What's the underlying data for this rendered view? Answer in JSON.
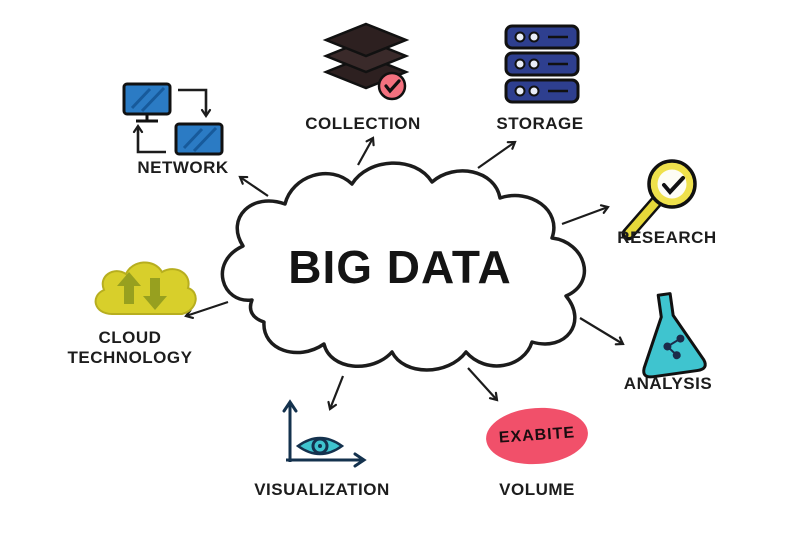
{
  "title": "BIG DATA",
  "diagram_type": "hub-and-spoke concept sketch",
  "nodes": [
    {
      "id": "collection",
      "label": "COLLECTION",
      "icon": "stacked-layers-with-check"
    },
    {
      "id": "storage",
      "label": "STORAGE",
      "icon": "server-stack"
    },
    {
      "id": "network",
      "label": "NETWORK",
      "icon": "two-monitors-sync-arrows"
    },
    {
      "id": "research",
      "label": "RESEARCH",
      "icon": "magnifier-with-check"
    },
    {
      "id": "cloud-technology",
      "label": "CLOUD TECHNOLOGY",
      "icon": "cloud-sync-arrows"
    },
    {
      "id": "analysis",
      "label": "ANALYSIS",
      "icon": "flask-molecule"
    },
    {
      "id": "visualization",
      "label": "VISUALIZATION",
      "icon": "axes-with-eye"
    },
    {
      "id": "volume",
      "label": "VOLUME",
      "badge": "EXABITE",
      "icon": "red-oval-badge"
    }
  ],
  "colors": {
    "background": "#ffffff",
    "ink": "#1c1c1c",
    "monitor_blue": "#2b7bc4",
    "stack_dark": "#2d2020",
    "check_pink": "#f4717f",
    "server_indigo": "#2e3f8f",
    "magnifier_yellow": "#efe14c",
    "flask_teal": "#3fc4cf",
    "cloud_yellow": "#d8cf2b",
    "cloud_arrow_olive": "#97a01f",
    "volume_red": "#f1506a",
    "axes_navy": "#14324e"
  }
}
